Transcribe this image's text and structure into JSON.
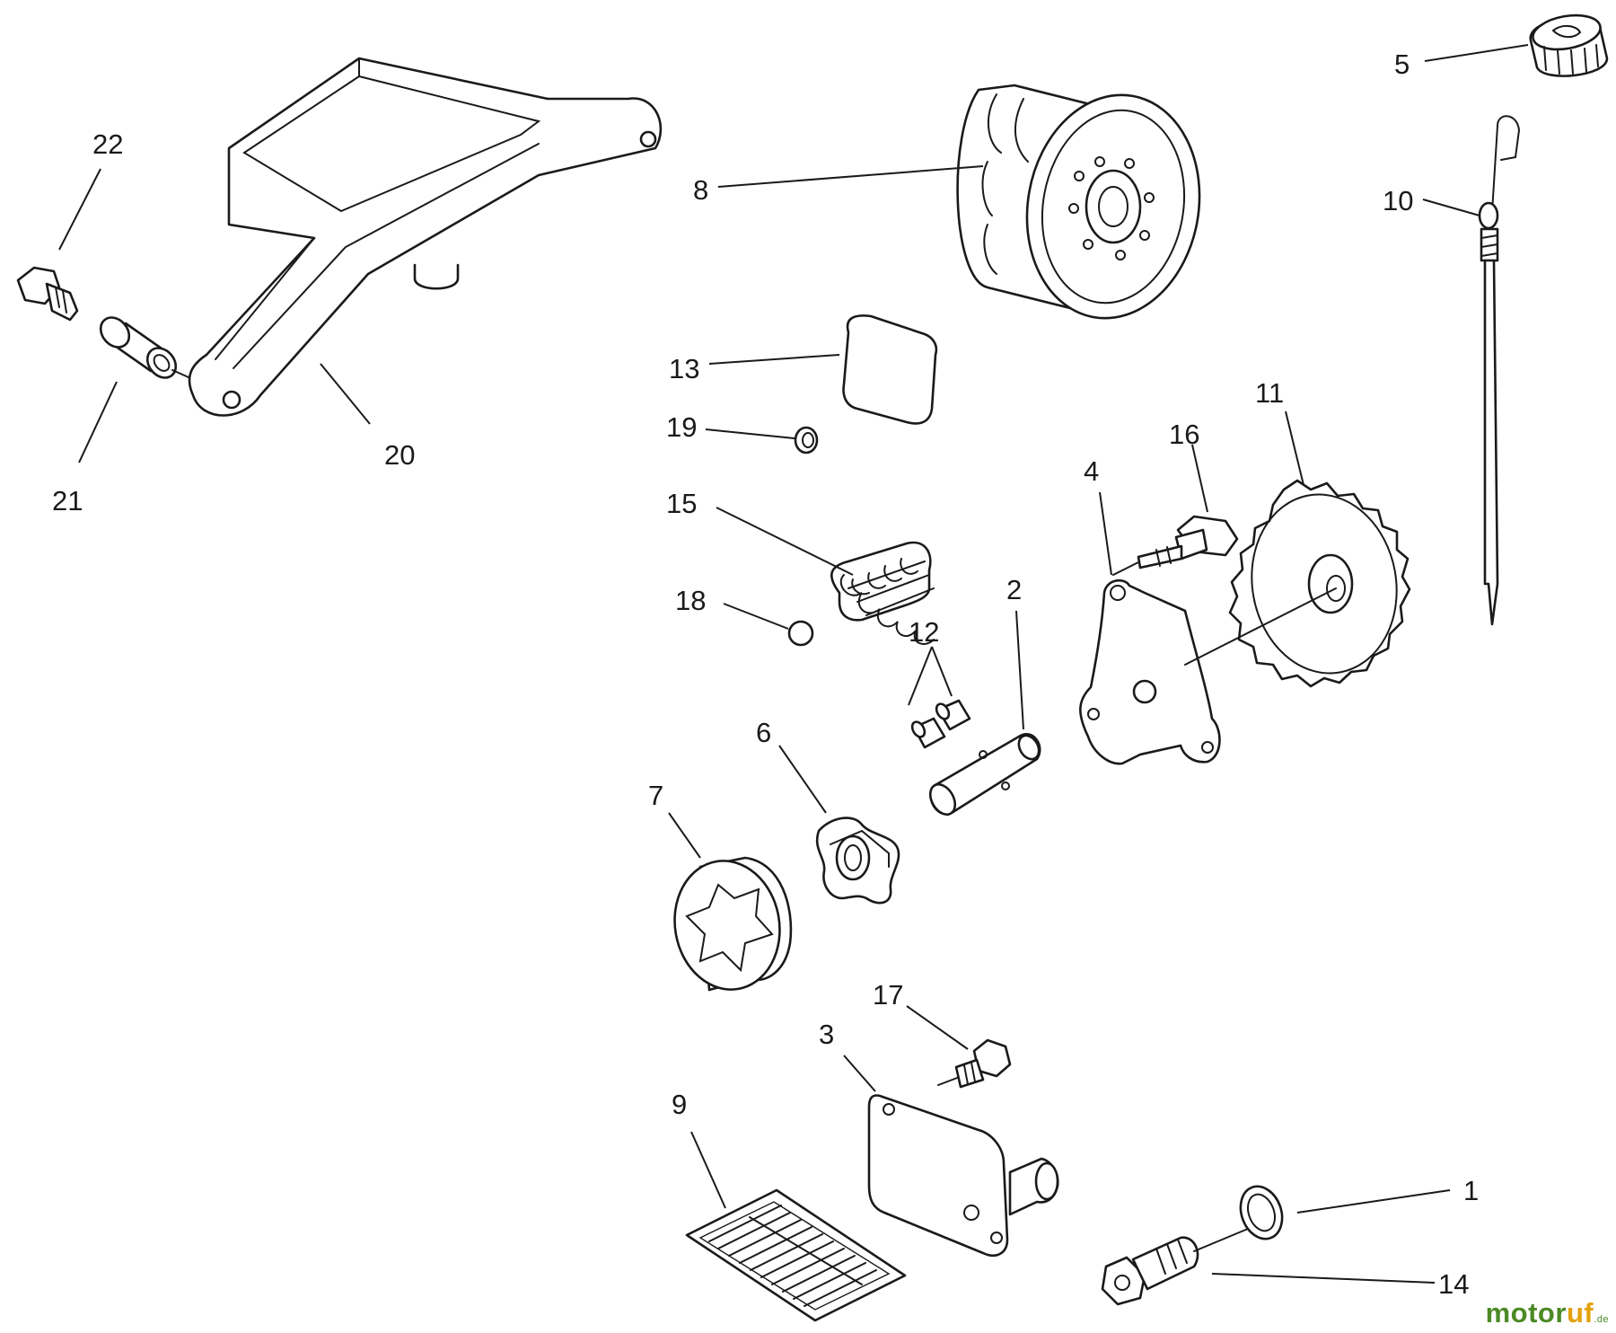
{
  "diagram": {
    "callouts": {
      "p1": "1",
      "p2": "2",
      "p3": "3",
      "p4": "4",
      "p5": "5",
      "p6": "6",
      "p7": "7",
      "p8": "8",
      "p9": "9",
      "p10": "10",
      "p11": "11",
      "p12": "12",
      "p13": "13",
      "p14": "14",
      "p15": "15",
      "p16": "16",
      "p17": "17",
      "p18": "18",
      "p19": "19",
      "p20": "20",
      "p21": "21",
      "p22": "22"
    }
  },
  "watermark": {
    "brand_a": "motor",
    "brand_b": "uf",
    "tld": ".de"
  },
  "colors": {
    "line": "#1a1a1a",
    "watermark_green": "#4c8a25",
    "watermark_orange": "#e3a20c"
  }
}
